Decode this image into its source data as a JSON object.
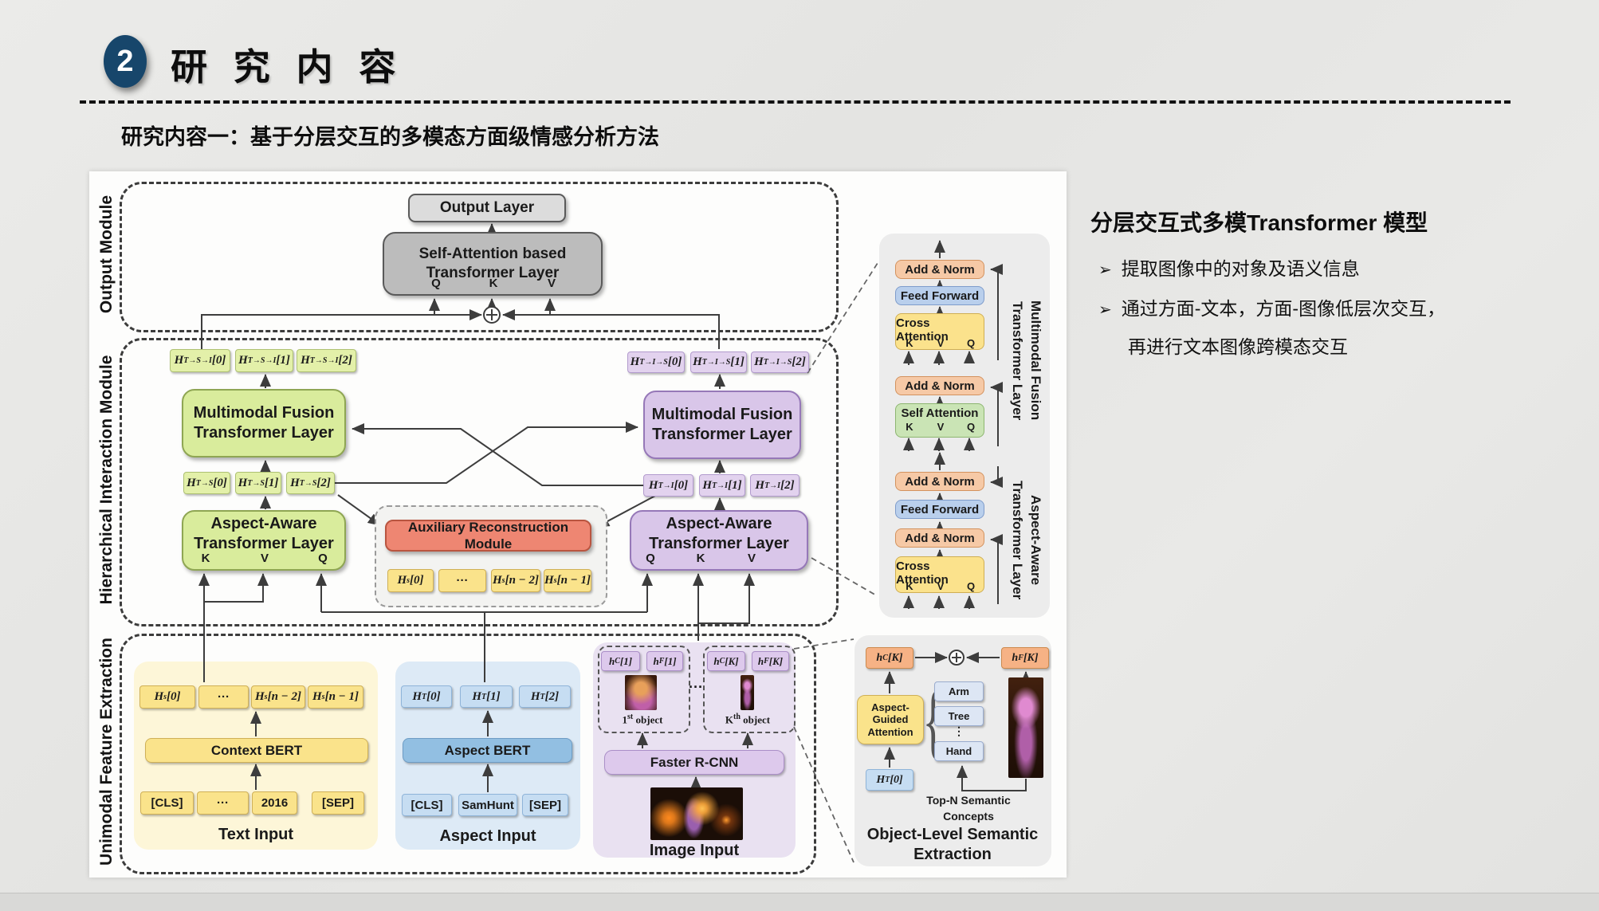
{
  "header": {
    "badge": "2",
    "title": "研 究 内 容",
    "subtitle": "研究内容一：基于分层交互的多模态方面级情感分析方法"
  },
  "right_panel": {
    "title": "分层交互式多模Transformer 模型",
    "bullet_glyph": "➢",
    "bullet1": "提取图像中的对象及语义信息",
    "bullet2_line1": "通过方面-文本，方面-图像低层次交互，",
    "bullet2_line2": "再进行文本图像跨模态交互"
  },
  "module_labels": {
    "output": "Output Module",
    "hierarchical": "Hierarchical Interaction Module",
    "unimodal": "Unimodal Feature Extraction"
  },
  "output_module": {
    "output_layer": "Output Layer",
    "sa_line1": "Self-Attention based",
    "sa_line2": "Transformer Layer",
    "ports": [
      "Q",
      "K",
      "V"
    ]
  },
  "hier_module": {
    "green_top": [
      "H~T→S→I~[0]",
      "H~T→S→I~[1]",
      "H~T→S→I~[2]"
    ],
    "green_fusion_line1": "Multimodal Fusion",
    "green_fusion_line2": "Transformer Layer",
    "green_mid": [
      "H~T→S~[0]",
      "H~T→S~[1]",
      "H~T→S~[2]"
    ],
    "green_aspect_line1": "Aspect-Aware",
    "green_aspect_line2": "Transformer Layer",
    "green_aspect_ports": [
      "K",
      "V",
      "Q"
    ],
    "aux_title": "Auxiliary Reconstruction Module",
    "aux_cells": [
      "H~s~[0]",
      "···",
      "H~s~[n − 2]",
      "H~s~[n − 1]"
    ],
    "purple_top": [
      "H~T→I→S~[0]",
      "H~T→I→S~[1]",
      "H~T→I→S~[2]"
    ],
    "purple_fusion_line1": "Multimodal Fusion",
    "purple_fusion_line2": "Transformer Layer",
    "purple_mid": [
      "H~T→I~[0]",
      "H~T→I~[1]",
      "H~T→I~[2]"
    ],
    "purple_aspect_line1": "Aspect-Aware",
    "purple_aspect_line2": "Transformer Layer",
    "purple_aspect_ports": [
      "Q",
      "K",
      "V"
    ]
  },
  "text_input": {
    "hidden_cells": [
      "H~s~[0]",
      "···",
      "H~s~[n − 2]",
      "H~s~[n − 1]"
    ],
    "encoder": "Context BERT",
    "tokens": [
      "[CLS]",
      "···",
      "2016",
      "[SEP]"
    ],
    "label": "Text Input"
  },
  "aspect_input": {
    "hidden_cells": [
      "H~T~[0]",
      "H~T~[1]",
      "H~T~[2]"
    ],
    "encoder": "Aspect BERT",
    "tokens": [
      "[CLS]",
      "SamHunt",
      "[SEP]"
    ],
    "label": "Aspect Input"
  },
  "image_input": {
    "obj1_cells": [
      "h~C~[1]",
      "h~F~[1]"
    ],
    "obj1_label": "1^st^ object",
    "dots": "···",
    "objk_cells": [
      "h~C~[K]",
      "h~F~[K]"
    ],
    "objk_label": "K^th^ object",
    "detector": "Faster R-CNN",
    "label": "Image Input"
  },
  "object_level": {
    "hc": "h~C~[K]",
    "hf": "h~F~[K]",
    "attention_line1": "Aspect-",
    "attention_line2": "Guided",
    "attention_line3": "Attention",
    "concepts": [
      "Arm",
      "Tree",
      "⋮",
      "Hand"
    ],
    "ht": "H~T~[0]",
    "topn_line1": "Top-N Semantic",
    "topn_line2": "Concepts",
    "title_line1": "Object-Level Semantic",
    "title_line2": "Extraction"
  },
  "detail_panel": {
    "fusion_label": "Multimodal Fusion Transformer Layer",
    "aspect_label": "Aspect-Aware Transformer Layer",
    "add_norm": "Add & Norm",
    "feed_forward": "Feed Forward",
    "cross_attention": "Cross Attention",
    "self_attention": "Self Attention",
    "ports_kvq": [
      "K",
      "V",
      "Q"
    ]
  },
  "colors": {
    "badge_navy": "#17466b",
    "green_box": "#d9ec9c",
    "purple_box": "#d9c6e9",
    "salmon_box": "#ee8672",
    "yellow_cell": "#fae38b",
    "blue_cell": "#c6ddf2",
    "orange_cell": "#f6b285",
    "peach_block": "#f6c9a6",
    "blue_block": "#b9cfec",
    "yellow_block": "#fbe28c",
    "green_block": "#cae4b5",
    "gray_box": "#bcbcbc"
  }
}
